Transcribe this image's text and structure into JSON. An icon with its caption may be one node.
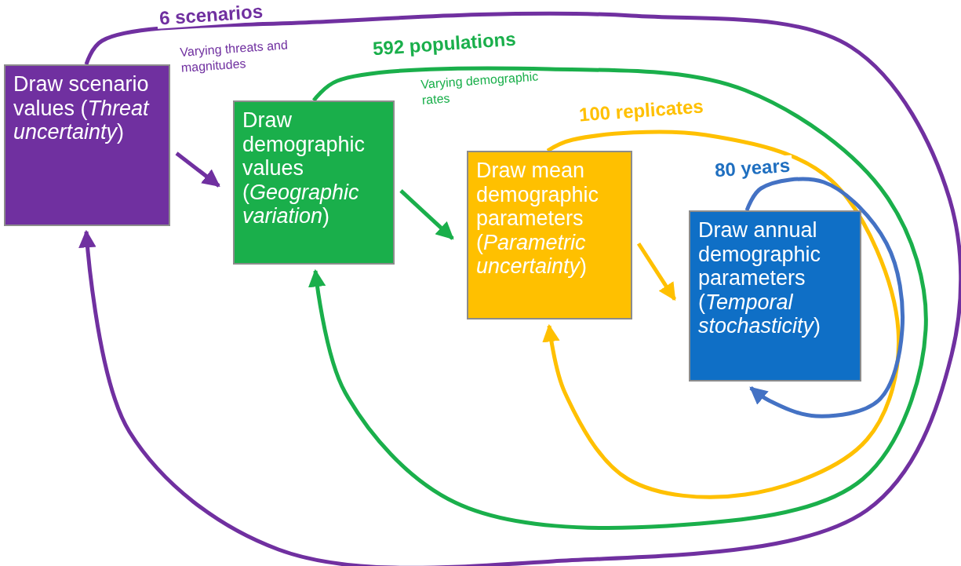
{
  "diagram": {
    "nodes": [
      {
        "text": [
          "Draw scenario values (*Threat uncertainty*)"
        ]
      },
      {
        "text": [
          "Draw demographic values (*Geographic variation*)"
        ]
      },
      {
        "text": [
          "Draw mean demographic parameters (*Parametric uncertainty*)"
        ]
      },
      {
        "text": [
          "Draw annual demographic parameters (*Temporal stochasticity*)"
        ]
      }
    ],
    "edges": [
      {
        "from": 0,
        "to": 1,
        "arrow": "to",
        "color": "#7030a0"
      },
      {
        "from": 1,
        "to": 2,
        "arrow": "to",
        "color": "#1aaf4b"
      },
      {
        "from": 2,
        "to": 3,
        "arrow": "to",
        "color": "#ffc000"
      },
      {
        "from": 0,
        "to": 0,
        "arrow": "to",
        "label": "6 scenarios",
        "color": "#7030a0"
      },
      {
        "from": 1,
        "to": 1,
        "arrow": "to",
        "label": "592 populations",
        "color": "#1aaf4b"
      },
      {
        "from": 2,
        "to": 2,
        "arrow": "to",
        "label": "100 replicates",
        "color": "#ffc000"
      },
      {
        "from": 3,
        "to": 3,
        "arrow": "to",
        "label": "80 years",
        "color": "#4472c4"
      }
    ],
    "labels": [
      "Varying threats and magnitudes",
      "Varying demographic rates"
    ]
  }
}
